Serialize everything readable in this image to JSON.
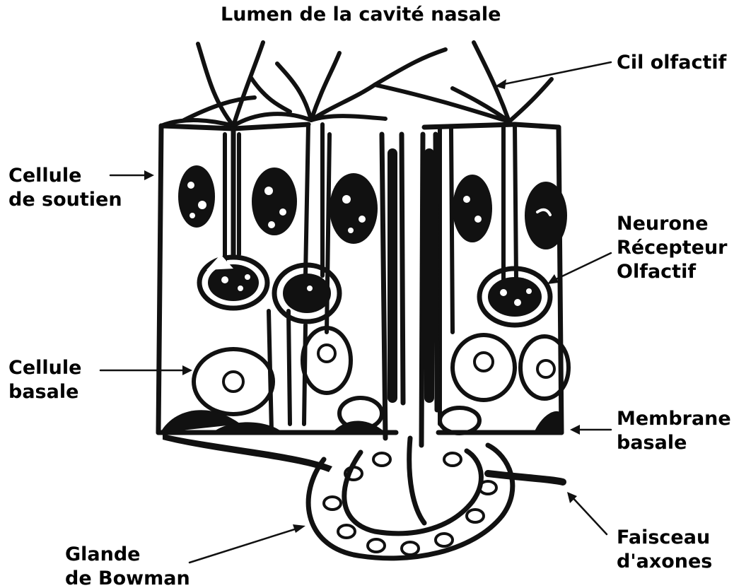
{
  "title": "Lumen de la cavité nasale",
  "labels": {
    "cil_olfactif": [
      "Cil olfactif"
    ],
    "cellule_soutien": [
      "Cellule",
      "de soutien"
    ],
    "neurone_recepteur": [
      "Neurone",
      "Récepteur",
      "Olfactif"
    ],
    "cellule_basale": [
      "Cellule",
      "basale"
    ],
    "membrane_basale": [
      "Membrane",
      "basale"
    ],
    "glande_bowman": [
      "Glande",
      "de Bowman"
    ],
    "faisceau_axones": [
      "Faisceau",
      "d'axones"
    ]
  },
  "colors": {
    "ink": "#111111",
    "paper": "#ffffff"
  }
}
